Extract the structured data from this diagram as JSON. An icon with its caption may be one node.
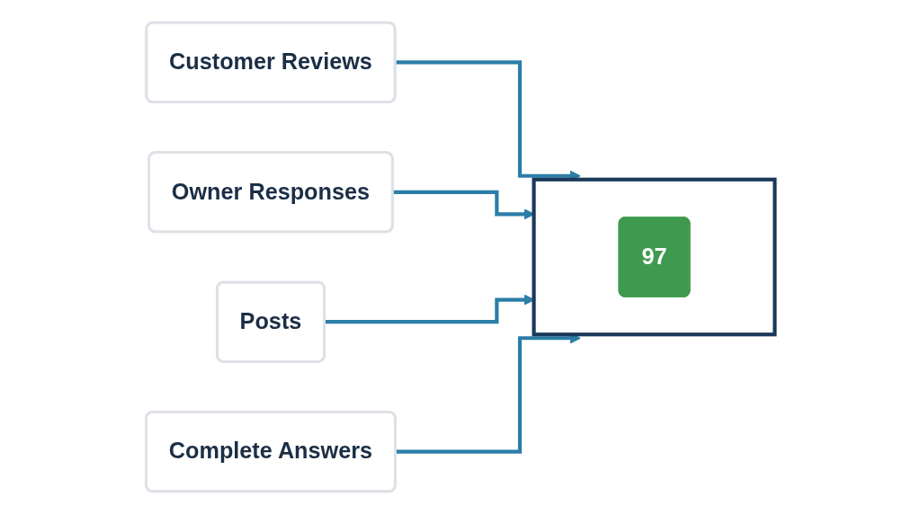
{
  "diagram": {
    "nodes": [
      {
        "text": [
          "Customer Reviews"
        ]
      },
      {
        "text": [],
        "shape": "box"
      },
      {
        "text": [
          "97"
        ],
        "in": 1
      },
      {
        "text": [
          "Owner Responses"
        ]
      },
      {
        "text": [
          "Posts"
        ]
      },
      {
        "text": [
          "Complete Answers"
        ]
      }
    ],
    "edges": [
      {
        "from": 0,
        "to": 1,
        "arrow": "to"
      },
      {
        "from": 3,
        "to": 1,
        "arrow": "to"
      },
      {
        "from": 4,
        "to": 1,
        "arrow": "to"
      },
      {
        "from": 5,
        "to": 1,
        "arrow": "to"
      }
    ]
  }
}
